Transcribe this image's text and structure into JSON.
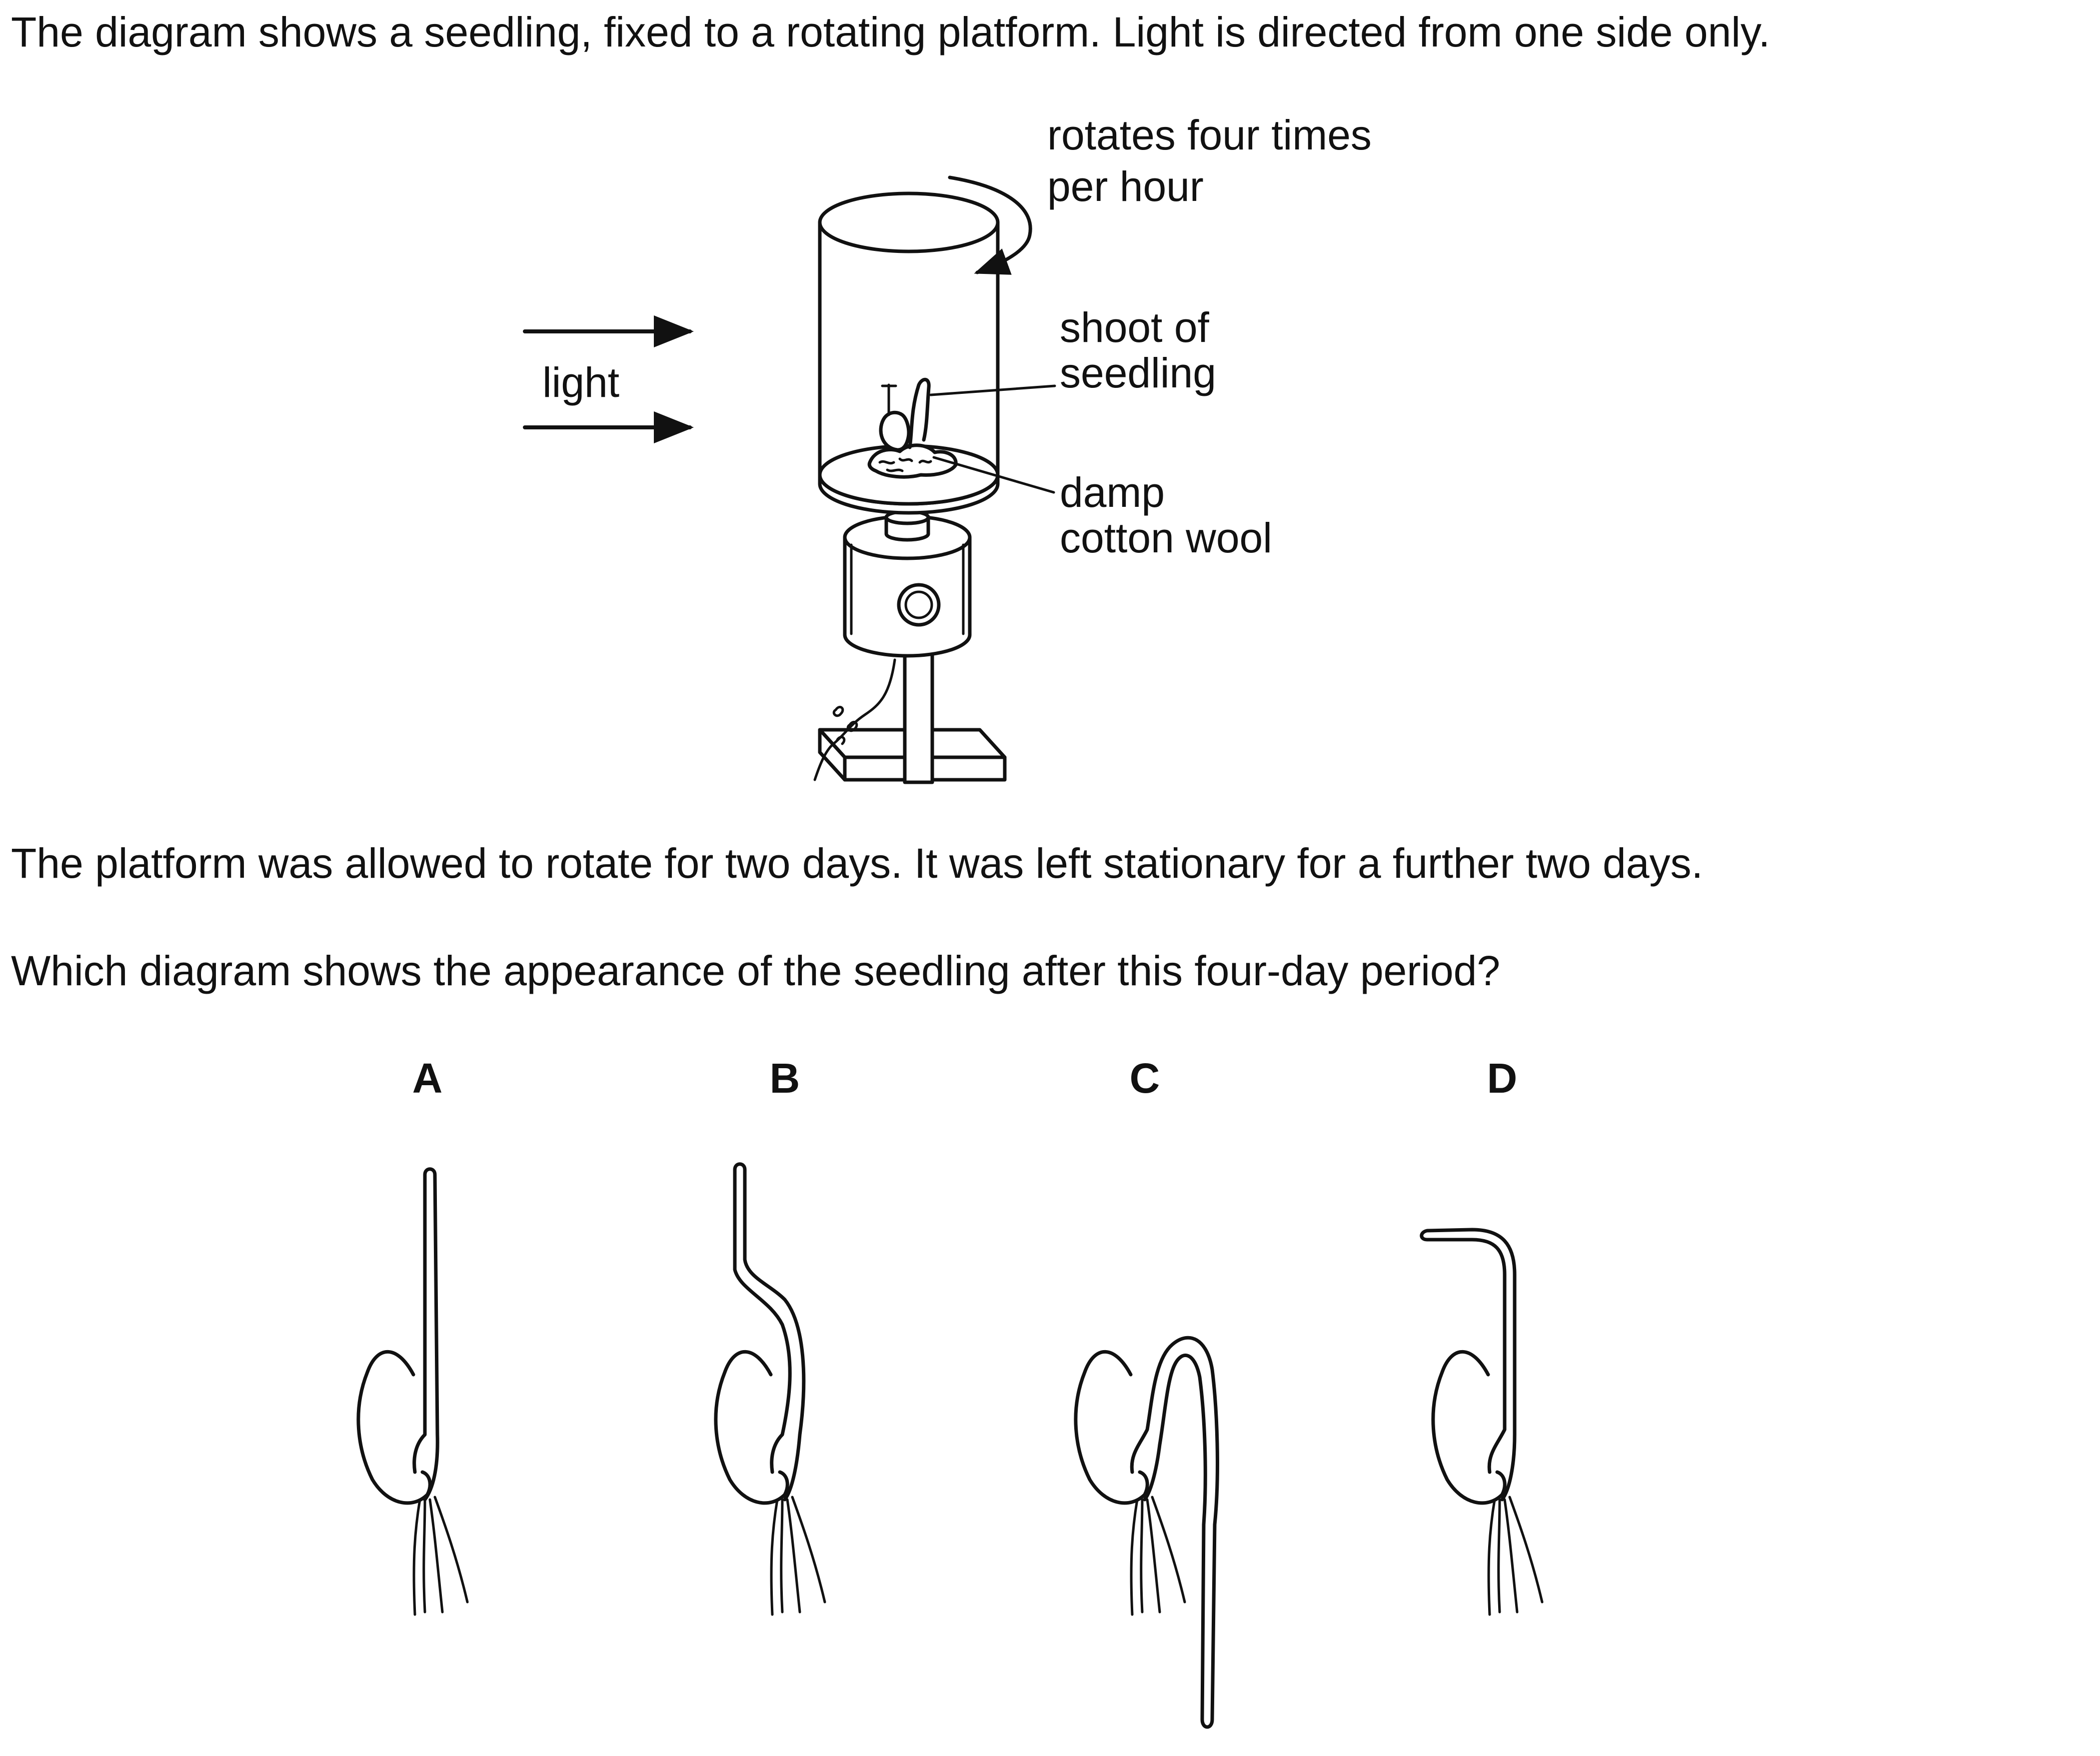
{
  "question": {
    "intro": "The diagram shows a seedling, fixed to a rotating platform. Light is directed from one side only.",
    "statement": "The platform was allowed to rotate for two days. It was left stationary for a further two days.",
    "prompt": "Which diagram shows the appearance of the seedling after this four-day period?"
  },
  "apparatus": {
    "light_label": "light",
    "rotation_label_line1": "rotates four times",
    "rotation_label_line2": "per hour",
    "shoot_label_line1": "shoot of",
    "shoot_label_line2": "seedling",
    "cotton_label_line1": "damp",
    "cotton_label_line2": "cotton wool"
  },
  "options": [
    "A",
    "B",
    "C",
    "D"
  ]
}
